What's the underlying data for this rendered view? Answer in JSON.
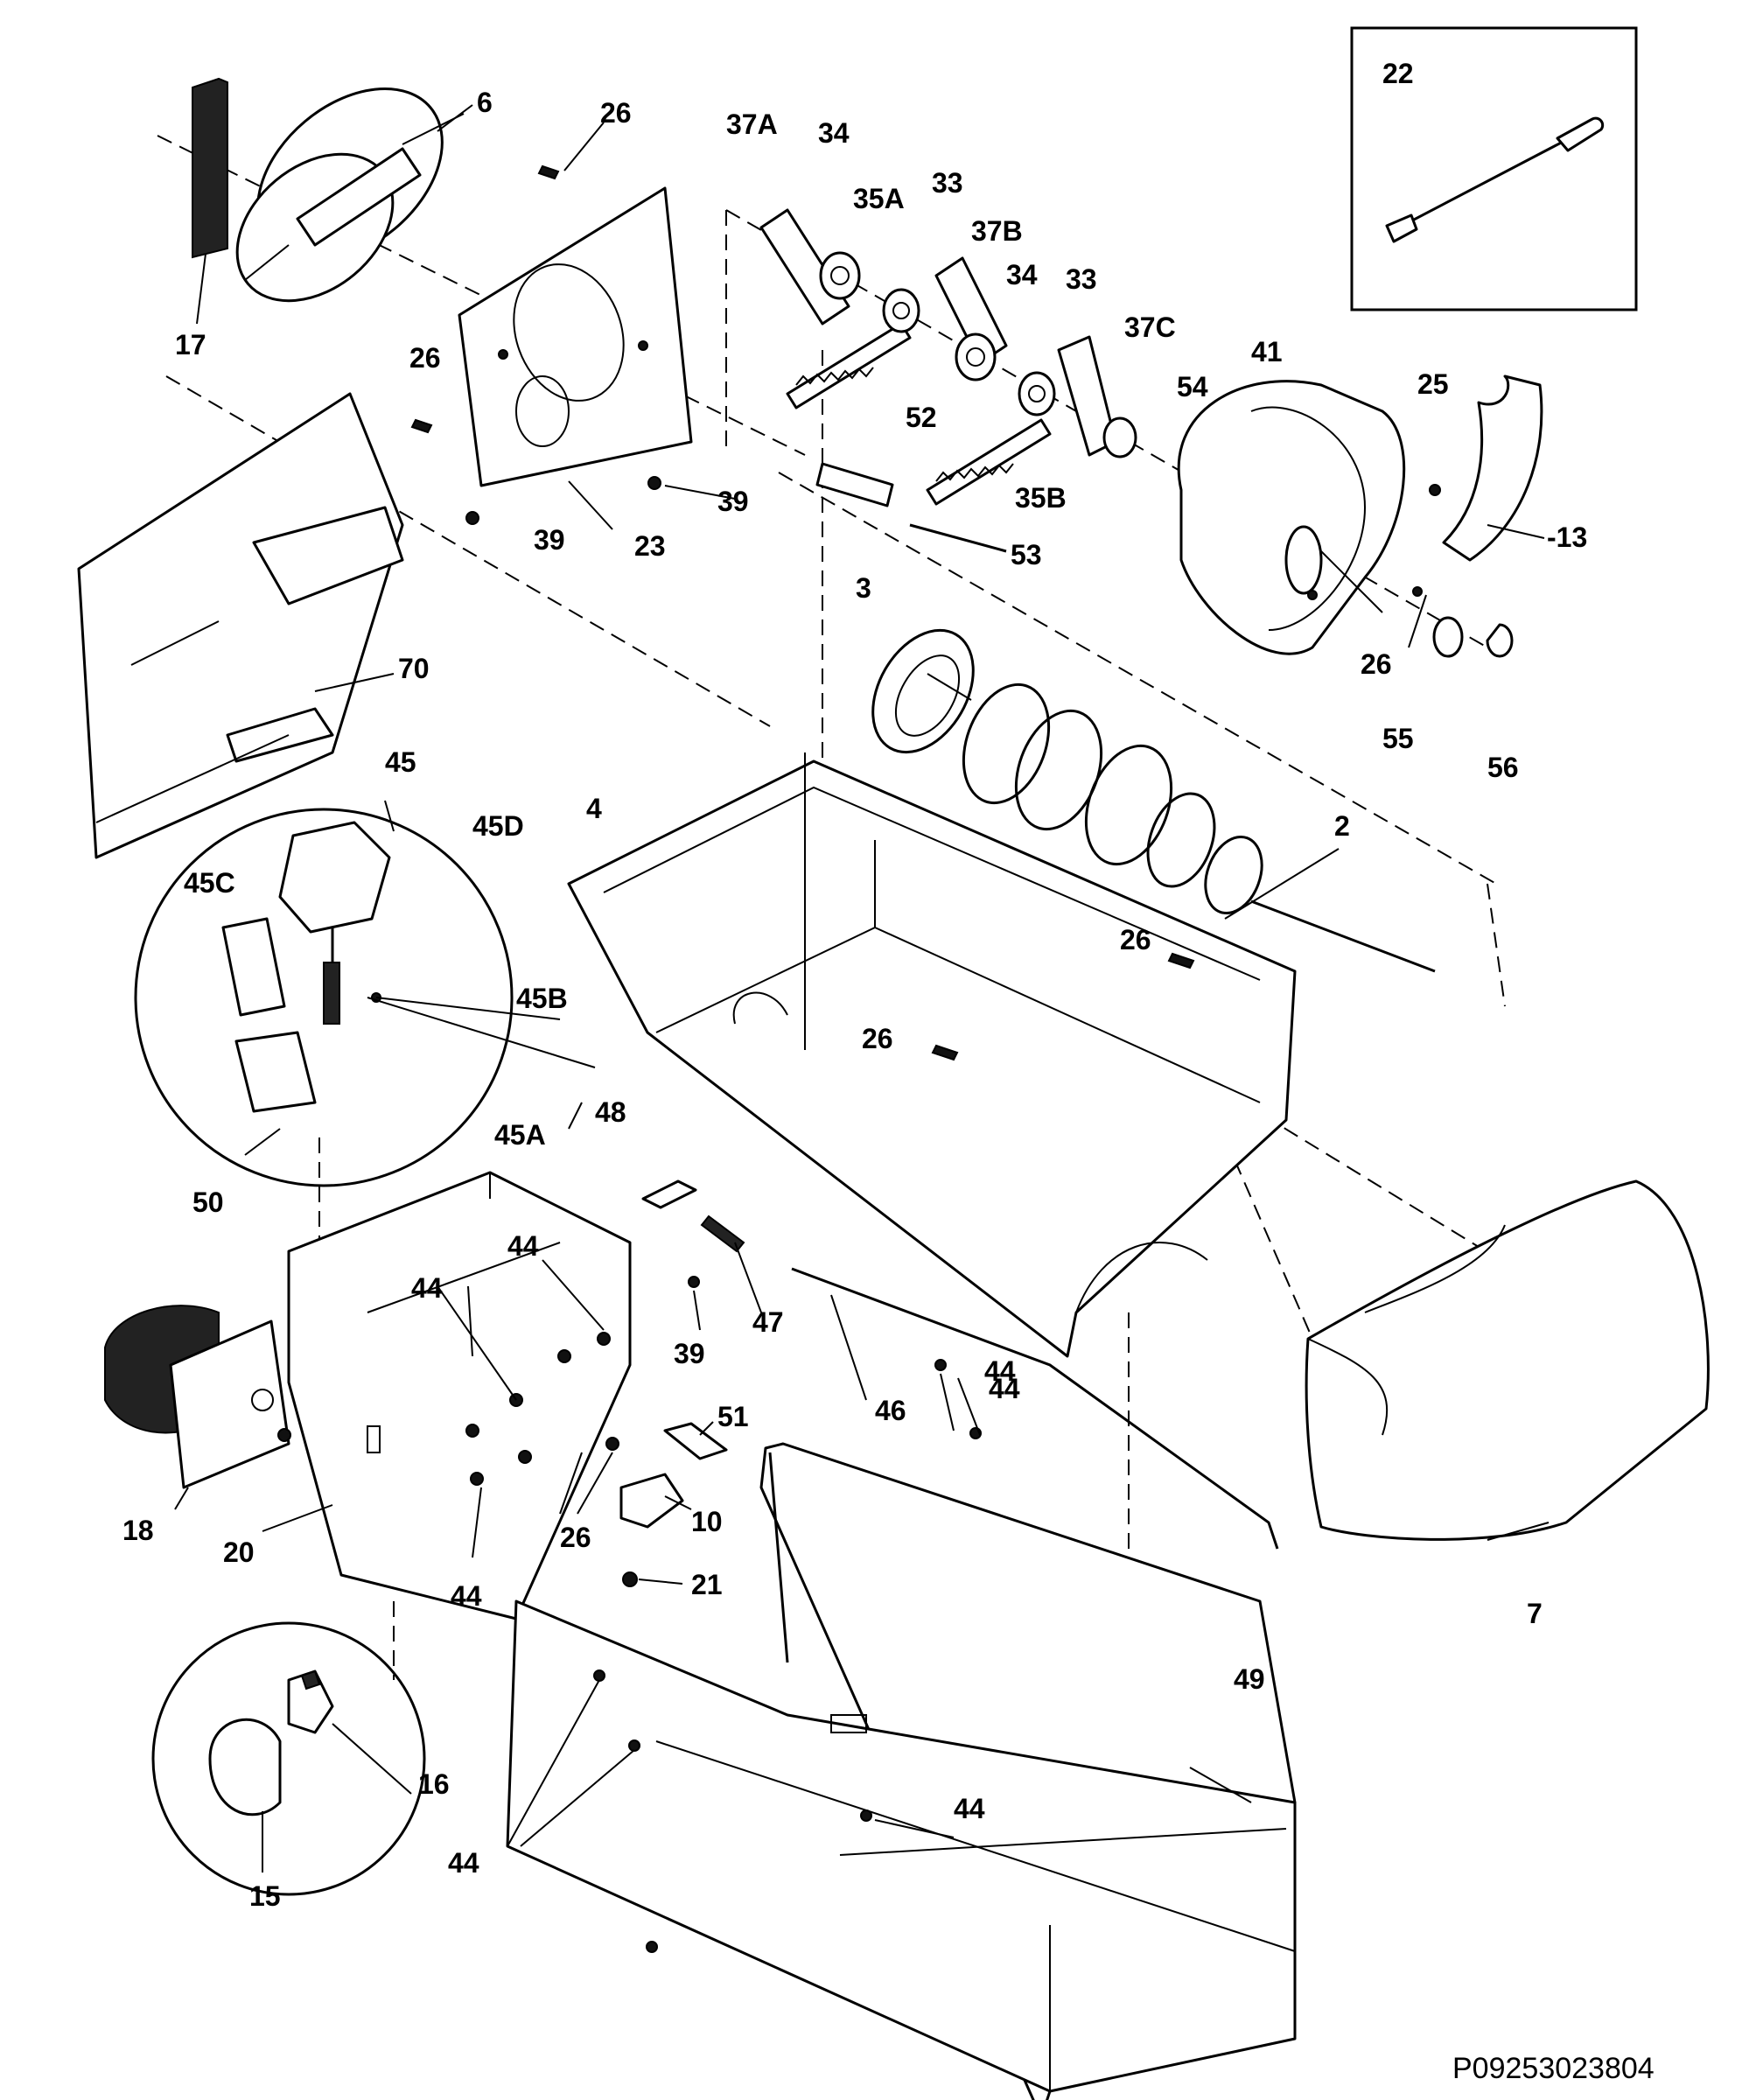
{
  "diagram": {
    "callouts": [
      {
        "id": "c-6",
        "text": "6"
      },
      {
        "id": "c-17",
        "text": "17"
      },
      {
        "id": "c-26-top",
        "text": "26"
      },
      {
        "id": "c-26-left",
        "text": "26"
      },
      {
        "id": "c-23",
        "text": "23"
      },
      {
        "id": "c-39-a",
        "text": "39"
      },
      {
        "id": "c-39-b",
        "text": "39"
      },
      {
        "id": "c-70",
        "text": "70"
      },
      {
        "id": "c-37A",
        "text": "37A"
      },
      {
        "id": "c-34-a",
        "text": "34"
      },
      {
        "id": "c-35A",
        "text": "35A"
      },
      {
        "id": "c-33-a",
        "text": "33"
      },
      {
        "id": "c-37B",
        "text": "37B"
      },
      {
        "id": "c-34-b",
        "text": "34"
      },
      {
        "id": "c-33-b",
        "text": "33"
      },
      {
        "id": "c-37C",
        "text": "37C"
      },
      {
        "id": "c-52",
        "text": "52"
      },
      {
        "id": "c-35B",
        "text": "35B"
      },
      {
        "id": "c-53",
        "text": "53"
      },
      {
        "id": "c-54",
        "text": "54"
      },
      {
        "id": "c-41",
        "text": "41"
      },
      {
        "id": "c-25",
        "text": "25"
      },
      {
        "id": "c-13",
        "text": "-13"
      },
      {
        "id": "c-22",
        "text": "22"
      },
      {
        "id": "c-3",
        "text": "3"
      },
      {
        "id": "c-26-right",
        "text": "26"
      },
      {
        "id": "c-55",
        "text": "55"
      },
      {
        "id": "c-56",
        "text": "56"
      },
      {
        "id": "c-2",
        "text": "2"
      },
      {
        "id": "c-4",
        "text": "4"
      },
      {
        "id": "c-26-bin-a",
        "text": "26"
      },
      {
        "id": "c-26-bin-b",
        "text": "26"
      },
      {
        "id": "c-45",
        "text": "45"
      },
      {
        "id": "c-45D",
        "text": "45D"
      },
      {
        "id": "c-45C",
        "text": "45C"
      },
      {
        "id": "c-45B",
        "text": "45B"
      },
      {
        "id": "c-45A",
        "text": "45A"
      },
      {
        "id": "c-50",
        "text": "50"
      },
      {
        "id": "c-48",
        "text": "48"
      },
      {
        "id": "c-47",
        "text": "47"
      },
      {
        "id": "c-39-c",
        "text": "39"
      },
      {
        "id": "c-46",
        "text": "46"
      },
      {
        "id": "c-44-a",
        "text": "44"
      },
      {
        "id": "c-44-b",
        "text": "44"
      },
      {
        "id": "c-44-c",
        "text": "44"
      },
      {
        "id": "c-44-d",
        "text": "44"
      },
      {
        "id": "c-44-e",
        "text": "44"
      },
      {
        "id": "c-44-f",
        "text": "44"
      },
      {
        "id": "c-44-g",
        "text": "44"
      },
      {
        "id": "c-51",
        "text": "51"
      },
      {
        "id": "c-18",
        "text": "18"
      },
      {
        "id": "c-20",
        "text": "20"
      },
      {
        "id": "c-26-bottom",
        "text": "26"
      },
      {
        "id": "c-10",
        "text": "10"
      },
      {
        "id": "c-21",
        "text": "21"
      },
      {
        "id": "c-7",
        "text": "7"
      },
      {
        "id": "c-49",
        "text": "49"
      },
      {
        "id": "c-16",
        "text": "16"
      },
      {
        "id": "c-15",
        "text": "15"
      }
    ],
    "drawing_code": "P09253023804"
  }
}
